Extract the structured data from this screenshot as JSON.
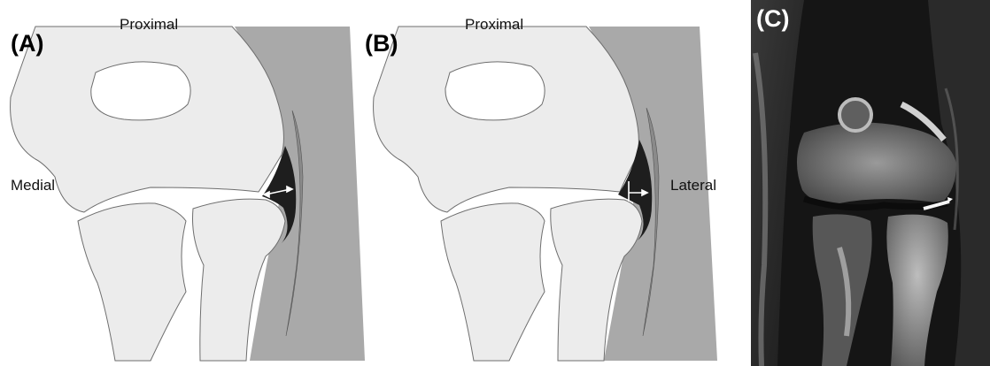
{
  "panels": [
    {
      "label": "(A)",
      "top_label": "Proximal",
      "side_label": "Medial",
      "arrow": "white-arrow-icon"
    },
    {
      "label": "(B)",
      "top_label": "Proximal",
      "side_label": "Lateral",
      "arrow": "white-arrow-icon"
    },
    {
      "label": "(C)",
      "image": "mri-elbow-coronal"
    }
  ],
  "colors": {
    "bone": "#ececec",
    "outline": "#6e6e6e",
    "soft_tissue": "#a9a9a9",
    "capsule": "#8a8a8a",
    "recess": "#1e1e1e",
    "mri_background": "#151515"
  }
}
